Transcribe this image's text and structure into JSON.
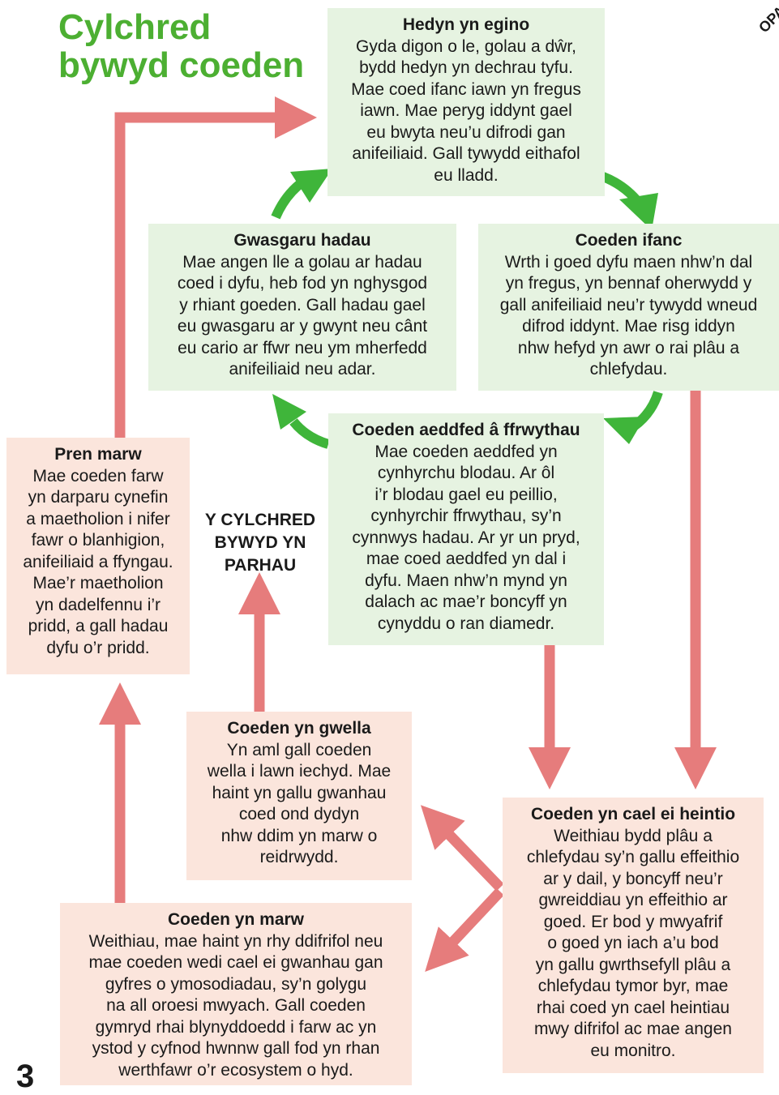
{
  "title": {
    "line1": "Cylchred",
    "line2": "bywyd coeden"
  },
  "corner_text": "OPA",
  "page_number": "3",
  "center_label": {
    "line1": "Y CYLCHRED",
    "line2": "BYWYD YN",
    "line3": "PARHAU"
  },
  "stages": {
    "seed": {
      "heading": "Hedyn yn egino",
      "lines": [
        "Gyda digon o le, golau a dŵr,",
        "bydd hedyn yn dechrau tyfu.",
        "Mae coed ifanc iawn yn fregus",
        "iawn. Mae peryg iddynt gael",
        "eu bwyta neu’u difrodi gan",
        "anifeiliaid. Gall tywydd eithafol",
        "eu lladd."
      ]
    },
    "dispersal": {
      "heading": "Gwasgaru hadau",
      "lines": [
        "Mae angen lle a golau ar hadau",
        "coed i dyfu, heb fod yn nghysgod",
        "y rhiant goeden. Gall hadau gael",
        "eu gwasgaru ar y gwynt neu cânt",
        "eu cario ar ffwr neu ym mherfedd",
        "anifeiliaid neu adar."
      ]
    },
    "young": {
      "heading": "Coeden ifanc",
      "lines": [
        "Wrth i goed dyfu maen nhw’n dal",
        "yn fregus, yn bennaf oherwydd y",
        "gall anifeiliaid neu’r tywydd wneud",
        "difrod iddynt. Mae risg iddyn",
        "nhw hefyd yn awr o rai plâu a",
        "chlefydau."
      ]
    },
    "mature": {
      "heading": "Coeden aeddfed â ffrwythau",
      "lines": [
        "Mae coeden aeddfed yn",
        "cynhyrchu blodau. Ar ôl",
        "i’r blodau gael eu peillio,",
        "cynhyrchir ffrwythau, sy’n",
        "cynnwys hadau. Ar yr un pryd,",
        "mae coed aeddfed yn dal i",
        "dyfu. Maen nhw’n mynd yn",
        "dalach ac mae’r boncyff yn",
        "cynyddu o ran diamedr."
      ]
    },
    "deadwood": {
      "heading": "Pren marw",
      "lines": [
        "Mae coeden farw",
        "yn darparu cynefin",
        "a maetholion i nifer",
        "fawr o blanhigion,",
        "anifeiliaid a ffyngau.",
        "Mae’r maetholion",
        "yn dadelfennu i’r",
        "pridd, a gall hadau",
        "dyfu o’r pridd."
      ]
    },
    "recovering": {
      "heading": "Coeden yn gwella",
      "lines": [
        "Yn aml gall coeden",
        "wella i lawn iechyd. Mae",
        "haint yn gallu gwanhau",
        "coed ond dydyn",
        "nhw ddim yn marw o",
        "reidrwydd."
      ]
    },
    "infected": {
      "heading": "Coeden yn cael ei heintio",
      "lines": [
        "Weithiau bydd plâu a",
        "chlefydau sy’n gallu effeithio",
        "ar y dail, y boncyff neu’r",
        "gwreiddiau yn effeithio ar",
        "goed. Er bod y mwyafrif",
        "o goed yn iach a’u bod",
        "yn gallu gwrthsefyll plâu a",
        "chlefydau tymor byr, mae",
        "rhai coed yn cael heintiau",
        "mwy difrifol ac mae angen",
        "eu monitro."
      ]
    },
    "dying": {
      "heading": "Coeden yn marw",
      "lines": [
        "Weithiau, mae haint yn rhy ddifrifol neu",
        "mae coeden wedi cael ei gwanhau gan",
        "gyfres o ymosodiadau, sy’n golygu",
        "na all oroesi mwyach. Gall coeden",
        "gymryd rhai blynyddoedd i farw ac yn",
        "ystod y cyfnod hwnnw gall fod yn rhan",
        "werthfawr o’r ecosystem o hyd."
      ]
    }
  },
  "colors": {
    "title_green": "#4caf32",
    "arrow_green": "#3fb53a",
    "arrow_pink": "#e67c7c",
    "box_green": "#e6f3e1",
    "box_pink": "#fbe5dc"
  }
}
